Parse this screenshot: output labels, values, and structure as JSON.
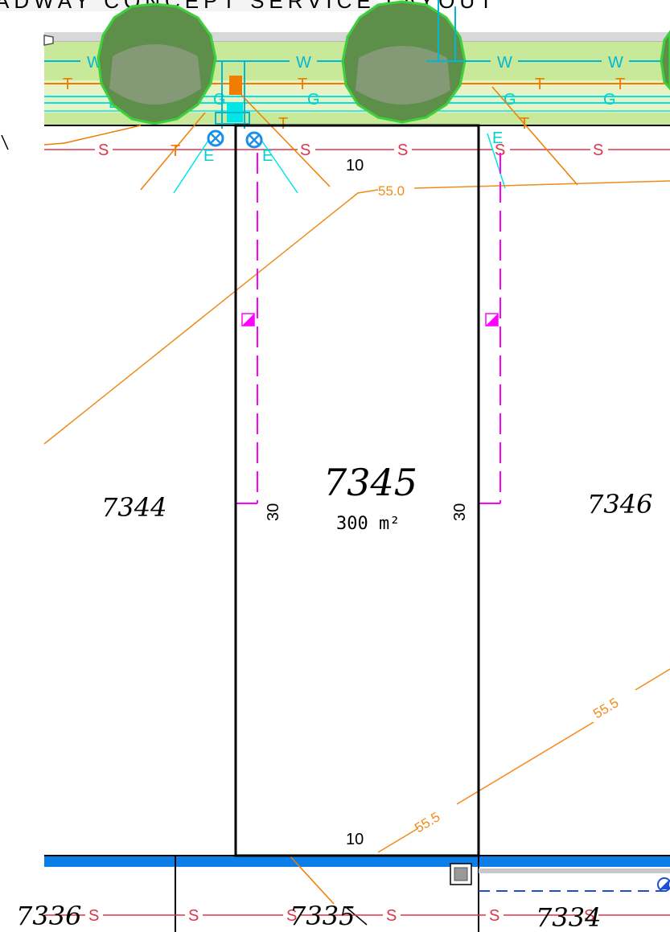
{
  "header": {
    "caption": "ADWAY CONCEPT SERVICE LAYOUT"
  },
  "lots": {
    "main": {
      "number": "7345",
      "area": "300 m²",
      "top_width": "10",
      "bottom_width": "10",
      "left_depth": "30",
      "right_depth": "30"
    },
    "left": "7344",
    "right": "7346",
    "bottom_left": "7336",
    "bottom_mid": "7335",
    "bottom_right": "7334"
  },
  "contours": {
    "upper": "55.0",
    "lower_a": "55.5",
    "lower_b": "55.5"
  },
  "services": {
    "water": "W",
    "telecom": "T",
    "gas": "G",
    "electric": "E",
    "sewer": "S"
  },
  "colors": {
    "verge_green": "#c8e89a",
    "tree_green": "#5e8f4a",
    "tree_outline": "#3cd13c",
    "water_line": "#00b8d4",
    "telecom_line": "#f07c00",
    "gas_line": "#00e5e5",
    "sewer_line": "#e0344c",
    "contour": "#f08c1a",
    "setback": "#ff00ff",
    "road_blue": "#0b7ee8",
    "valve_blue": "#1d8fe8"
  }
}
